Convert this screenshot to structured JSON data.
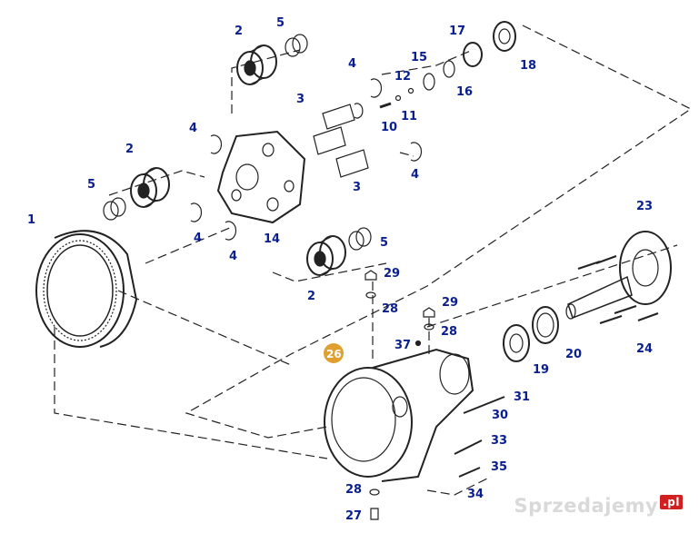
{
  "diagram": {
    "labels": [
      {
        "id": "l1",
        "text": "1"
      },
      {
        "id": "l2a",
        "text": "2"
      },
      {
        "id": "l2b",
        "text": "2"
      },
      {
        "id": "l2c",
        "text": "2"
      },
      {
        "id": "l3a",
        "text": "3"
      },
      {
        "id": "l3b",
        "text": "3"
      },
      {
        "id": "l4a",
        "text": "4"
      },
      {
        "id": "l4b",
        "text": "4"
      },
      {
        "id": "l4c",
        "text": "4"
      },
      {
        "id": "l4d",
        "text": "4"
      },
      {
        "id": "l4e",
        "text": "4"
      },
      {
        "id": "l5a",
        "text": "5"
      },
      {
        "id": "l5b",
        "text": "5"
      },
      {
        "id": "l5c",
        "text": "5"
      },
      {
        "id": "l10",
        "text": "10"
      },
      {
        "id": "l11",
        "text": "11"
      },
      {
        "id": "l12",
        "text": "12"
      },
      {
        "id": "l14",
        "text": "14"
      },
      {
        "id": "l15",
        "text": "15"
      },
      {
        "id": "l16",
        "text": "16"
      },
      {
        "id": "l17",
        "text": "17"
      },
      {
        "id": "l18",
        "text": "18"
      },
      {
        "id": "l19",
        "text": "19"
      },
      {
        "id": "l20",
        "text": "20"
      },
      {
        "id": "l23",
        "text": "23"
      },
      {
        "id": "l24",
        "text": "24"
      },
      {
        "id": "l27",
        "text": "27"
      },
      {
        "id": "l28a",
        "text": "28"
      },
      {
        "id": "l28b",
        "text": "28"
      },
      {
        "id": "l28c",
        "text": "28"
      },
      {
        "id": "l29a",
        "text": "29"
      },
      {
        "id": "l29b",
        "text": "29"
      },
      {
        "id": "l30",
        "text": "30"
      },
      {
        "id": "l31",
        "text": "31"
      },
      {
        "id": "l33",
        "text": "33"
      },
      {
        "id": "l34",
        "text": "34"
      },
      {
        "id": "l35",
        "text": "35"
      },
      {
        "id": "l37",
        "text": "37"
      }
    ],
    "highlight": {
      "text": "26",
      "color": "#e0a030"
    },
    "watermark": {
      "text": "Sprzedajemy",
      "badge": ".pl"
    },
    "colors": {
      "label": "#0a1f8f",
      "line": "#222222"
    }
  }
}
